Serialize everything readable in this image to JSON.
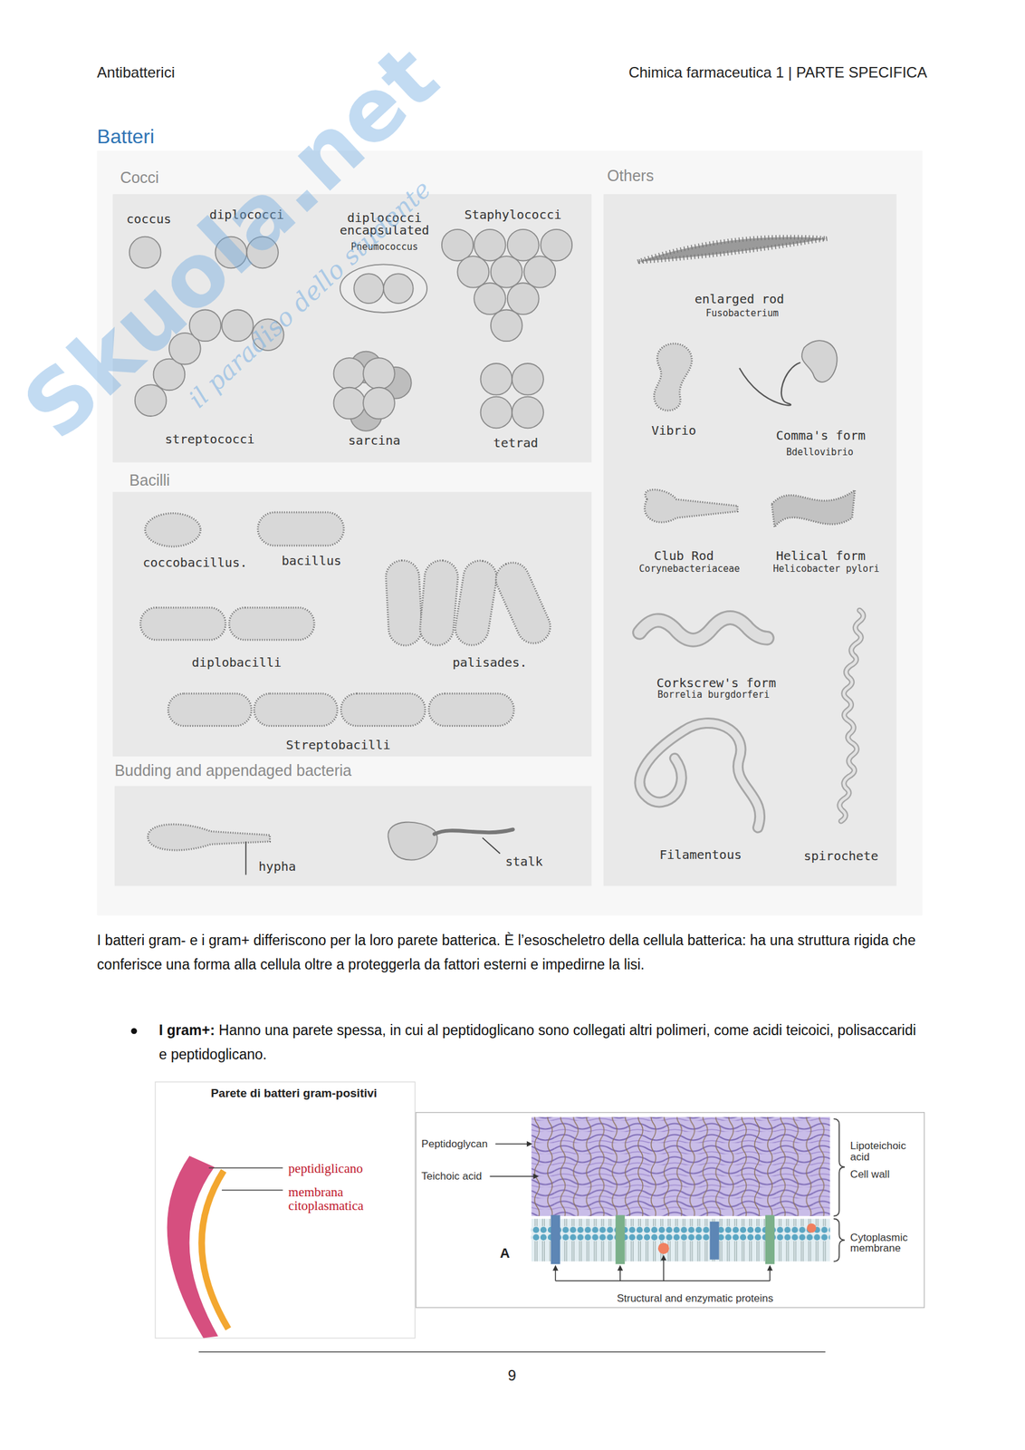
{
  "diagram": {
    "title": "Batteri",
    "nodes": [
      {
        "text": [
          "Cocci"
        ]
      },
      {
        "text": [
          "Others"
        ]
      },
      {
        "text": [
          "Bacilli"
        ]
      },
      {
        "text": [
          "Budding and appendaged bacteria"
        ]
      }
    ],
    "labels": [
      "Antibatterici",
      "Chimica farmaceutica 1 | PARTE SPECIFICA",
      "coccus",
      "diplococci",
      "diplococci encapsulated",
      "Pneumococcus",
      "Staphylococci",
      "streptococci",
      "sarcina",
      "tetrad",
      "coccobacillus.",
      "bacillus",
      "diplobacilli",
      "palisades.",
      "Streptobacilli",
      "hypha",
      "stalk",
      "enlarged rod",
      "Fusobacterium",
      "Vibrio",
      "Comma's form",
      "Bdellovibrio",
      "Club Rod",
      "Corynebacteriaceae",
      "Helical form",
      "Helicobacter pylori",
      "Corkscrew's form",
      "Borrelia burgdorferi",
      "Filamentous",
      "spirochete",
      "I batteri gram- e i gram+ differiscono per la loro parete batterica. È l’esoscheletro della cellula batterica: ha una struttura rigida che conferisce una forma alla cellula oltre a proteggerla da fattori esterni e impedirne la lisi.",
      "I gram+:",
      "Hanno una parete spessa, in cui al peptidoglicano sono collegati altri polimeri, come acidi teicoici, polisaccaridi e peptidoglicano.",
      "Parete di batteri gram-positivi",
      "peptidiglicano",
      "membrana citoplasmatica",
      "Peptidoglycan",
      "Teichoic acid",
      "Lipoteichoic acid",
      "Cell wall",
      "Cytoplasmic membrane",
      "A",
      "Structural and enzymatic proteins",
      "9",
      "Skuola.net",
      "il paradiso dello studente"
    ]
  }
}
